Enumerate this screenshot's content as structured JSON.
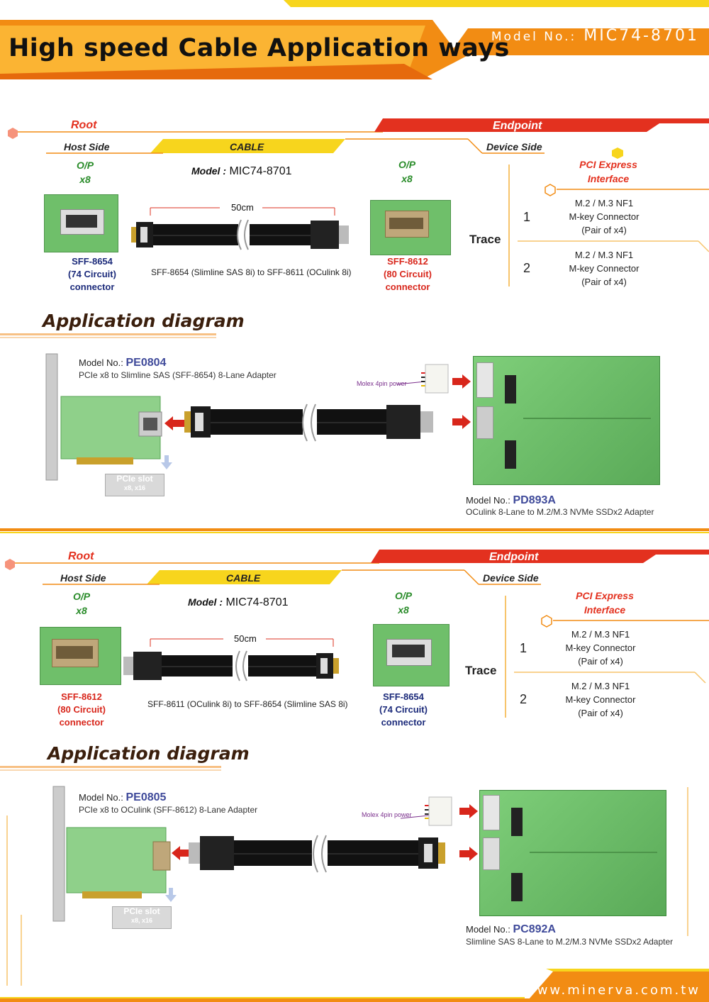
{
  "header": {
    "title": "High speed Cable Application ways",
    "model_label": "Model No.:",
    "model_value": "MIC74-8701"
  },
  "section1": {
    "root": "Root",
    "endpoint": "Endpoint",
    "host_side": "Host Side",
    "cable": "CABLE",
    "device_side": "Device Side",
    "left_op": "O/P",
    "left_x": "x8",
    "right_op": "O/P",
    "right_x": "x8",
    "model_label": "Model :",
    "model_value": "MIC74-8701",
    "length": "50cm",
    "left_conn": [
      "SFF-8654",
      "(74 Circuit)",
      "connector"
    ],
    "right_conn": [
      "SFF-8612",
      "(80 Circuit)",
      "connector"
    ],
    "cable_desc": "SFF-8654 (Slimline SAS 8i) to SFF-8611 (OCulink 8i)",
    "pci": [
      "PCI Express",
      "Interface"
    ],
    "trace": "Trace",
    "iface": [
      {
        "num": "1",
        "lines": [
          "M.2 / M.3 NF1",
          "M-key Connector",
          "(Pair of x4)"
        ]
      },
      {
        "num": "2",
        "lines": [
          "M.2 / M.3 NF1",
          "M-key Connector",
          "(Pair of x4)"
        ]
      }
    ],
    "app_title": "Application diagram",
    "adapter_label": "Model No.:",
    "adapter_model": "PE0804",
    "adapter_desc": "PCIe x8 to Slimline SAS (SFF-8654) 8-Lane Adapter",
    "molex": "Molex 4pin power",
    "pcie_slot": "PCIe slot",
    "pcie_slot_sub": "x8, x16",
    "target_label": "Model No.:",
    "target_model": "PD893A",
    "target_desc": "OCulink 8-Lane to M.2/M.3 NVMe SSDx2 Adapter"
  },
  "section2": {
    "root": "Root",
    "endpoint": "Endpoint",
    "host_side": "Host Side",
    "cable": "CABLE",
    "device_side": "Device Side",
    "left_op": "O/P",
    "left_x": "x8",
    "right_op": "O/P",
    "right_x": "x8",
    "model_label": "Model :",
    "model_value": "MIC74-8701",
    "length": "50cm",
    "left_conn": [
      "SFF-8612",
      "(80 Circuit)",
      "connector"
    ],
    "right_conn": [
      "SFF-8654",
      "(74 Circuit)",
      "connector"
    ],
    "cable_desc": "SFF-8611 (OCulink 8i) to SFF-8654 (Slimline SAS 8i)",
    "pci": [
      "PCI Express",
      "Interface"
    ],
    "trace": "Trace",
    "iface": [
      {
        "num": "1",
        "lines": [
          "M.2 / M.3 NF1",
          "M-key Connector",
          "(Pair of x4)"
        ]
      },
      {
        "num": "2",
        "lines": [
          "M.2 / M.3 NF1",
          "M-key Connector",
          "(Pair of x4)"
        ]
      }
    ],
    "app_title": "Application diagram",
    "adapter_label": "Model No.:",
    "adapter_model": "PE0805",
    "adapter_desc": "PCIe x8 to OCulink (SFF-8612) 8-Lane Adapter",
    "molex": "Molex 4pin power",
    "pcie_slot": "PCIe slot",
    "pcie_slot_sub": "x8, x16",
    "target_label": "Model No.:",
    "target_model": "PC892A",
    "target_desc": "Slimline SAS 8-Lane to M.2/M.3 NVMe SSDx2 Adapter"
  },
  "footer": {
    "website": "www.minerva.com.tw"
  },
  "colors": {
    "orange": "#f28c13",
    "red": "#e3311f",
    "yellow": "#f7d51d",
    "navy": "#1b2a7a"
  }
}
